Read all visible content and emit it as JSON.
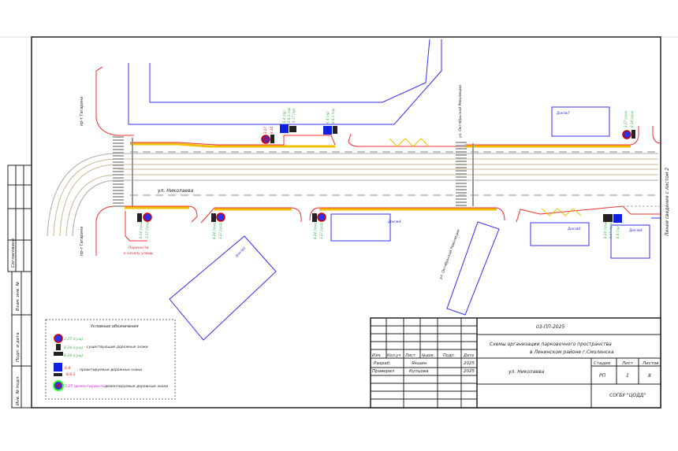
{
  "drawing": {
    "streets": {
      "main": "ул. Николаева",
      "gagarina_top": "пр-т Гагарина",
      "gagarina_bottom": "пр-т Гагарина",
      "oktyabrskoy_top": "ул. Октябрьской Революции",
      "oktyabrskoy_bottom": "ул. Октябрьской Революции"
    },
    "buildings": {
      "b7": "Дом №7",
      "b4": "Дом №4",
      "b5": "Дом №5",
      "b6": "Дом №6",
      "b8": "Дом №8"
    },
    "sign_labels": {
      "s1": "6.4 (пр)",
      "s2": "8.6.3 (пр)",
      "s3": "8.17 (пр)",
      "red1": "3.27",
      "red2": "8.24",
      "s4": "6.4 (пр)",
      "s5": "8.6.3 (пр)",
      "s6": "3.27 (сущ)",
      "s7": "8.24 (сущ)",
      "s8": "8.24 (сущ)",
      "s9": "3.27 (сущ)",
      "s10": "8.24 (сущ)",
      "s11": "3.27 (сущ)",
      "s12": "8.24 (сущ)",
      "s13": "3.27 (сущ)",
      "s14": "8.24 (сущ)",
      "s15": "6.4 (пр)"
    },
    "note_move": [
      "Перенести",
      "к началу улицы"
    ],
    "match_line": "Линия сведения с листом 2"
  },
  "legend": {
    "title": "Условные обозначения",
    "existing": {
      "codes": [
        "3.27 (сущ)",
        "8.24 (сущ)",
        "8.24 (сущ)"
      ],
      "label": "- существующие дорожные знаки"
    },
    "projected": {
      "codes": [
        "6.4",
        "8.6.3"
      ],
      "label": "- проектируемые дорожные знаки"
    },
    "dismantled": {
      "codes": [
        "3.27 (демонтировать)"
      ],
      "label": "- демонтируемые дорожные знаки"
    }
  },
  "side_stamp": {
    "agreed": "Согласовано",
    "inv_replace": "Взам. инв. №",
    "sign_date": "Подп. и дата",
    "inv_orig": "Инв. № подл."
  },
  "title_block": {
    "code": "03-ПП-2025",
    "title_line1": "Схемы организации парковочного пространства",
    "title_line2": "в Ленинском районе г.Смоленска",
    "headers": [
      "Изм.",
      "Кол.уч",
      "Лист",
      "№док.",
      "Подп.",
      "Дата"
    ],
    "rows": [
      {
        "role": "Разраб.",
        "name": "Якшин",
        "date": "2025"
      },
      {
        "role": "Проверил",
        "name": "Купцова",
        "date": "2025"
      }
    ],
    "sheet_name": "ул. Николаева",
    "stage_label": "Стадия",
    "sheet_label": "Лист",
    "sheets_label": "Листов",
    "stage": "РП",
    "sheet": "1",
    "sheets": "8",
    "organization": "СОГБУ \"ЦОДД\""
  },
  "colors": {
    "curb": "#f03030",
    "marking": "#f0c000",
    "building": "#3030f0",
    "existing": "#3cb44b",
    "projected": "#e02020",
    "dismantled": "#e020e0"
  }
}
